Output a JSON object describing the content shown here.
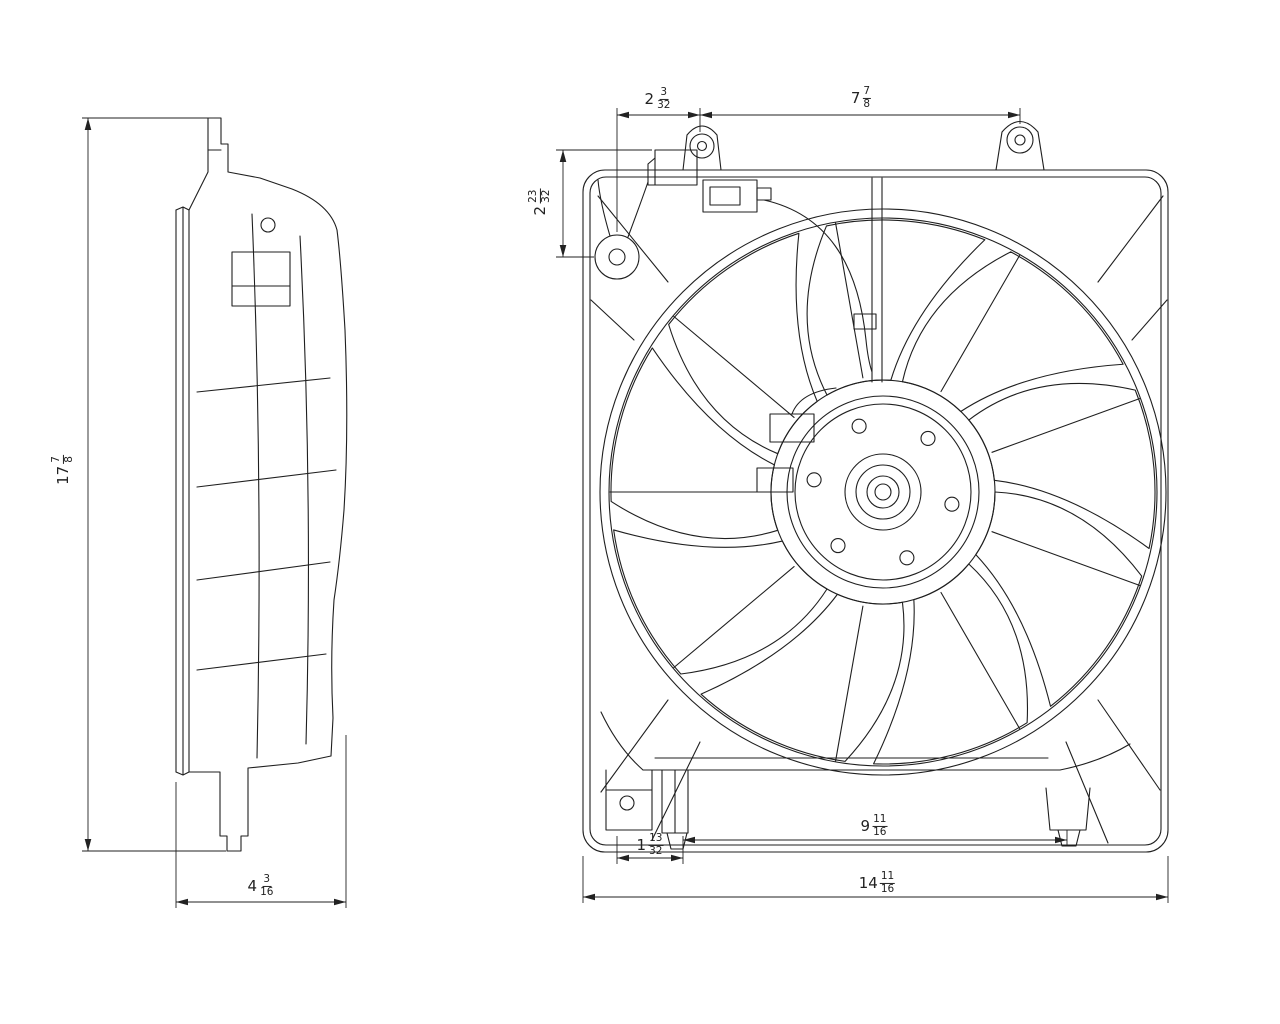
{
  "page": {
    "background": "#ffffff",
    "line_color": "#1f1f1f",
    "dim_color": "#222222",
    "description": "Engineering line drawing of a radiator cooling fan assembly, side view and front view, with fractional inch dimensions"
  },
  "dims": {
    "side_height": {
      "whole": "17",
      "num": "7",
      "den": "8"
    },
    "side_depth": {
      "whole": "4",
      "num": "3",
      "den": "16"
    },
    "front_tab_offset": {
      "whole": "2",
      "num": "3",
      "den": "32"
    },
    "front_tab_span": {
      "whole": "7",
      "num": "7",
      "den": "8"
    },
    "front_hole_offset": {
      "whole": "2",
      "num": "23",
      "den": "32"
    },
    "front_foot_width": {
      "whole": "1",
      "num": "13",
      "den": "32"
    },
    "front_feet_span": {
      "whole": "9",
      "num": "11",
      "den": "16"
    },
    "front_overall_width": {
      "whole": "14",
      "num": "11",
      "den": "16"
    }
  }
}
